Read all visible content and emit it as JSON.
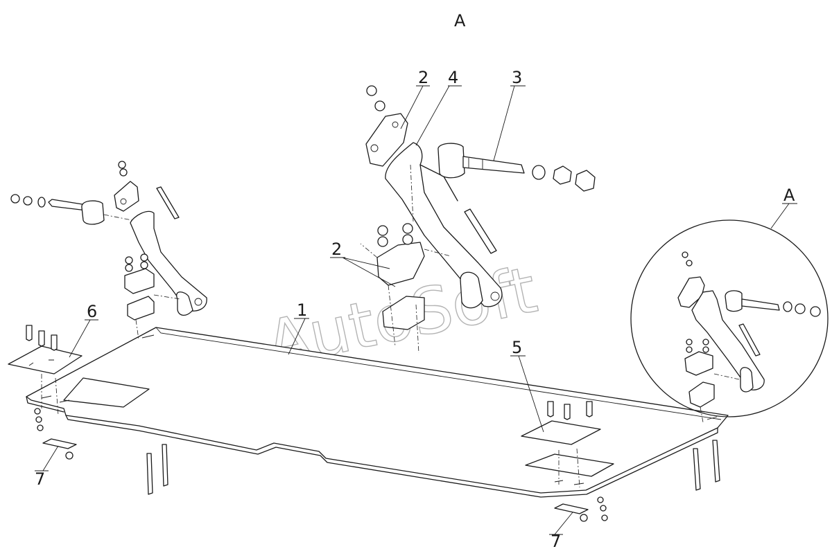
{
  "view_title": "A",
  "callouts": {
    "c1": "1",
    "c2a": "2",
    "c4": "4",
    "c3": "3",
    "c2b": "2",
    "c5": "5",
    "c6": "6",
    "c7a": "7",
    "c7b": "7",
    "detail": "A"
  },
  "watermark": "AutoSoft",
  "colors": {
    "line": "#1a1a1a",
    "watermark": "#9a9a9a",
    "background": "#ffffff"
  }
}
